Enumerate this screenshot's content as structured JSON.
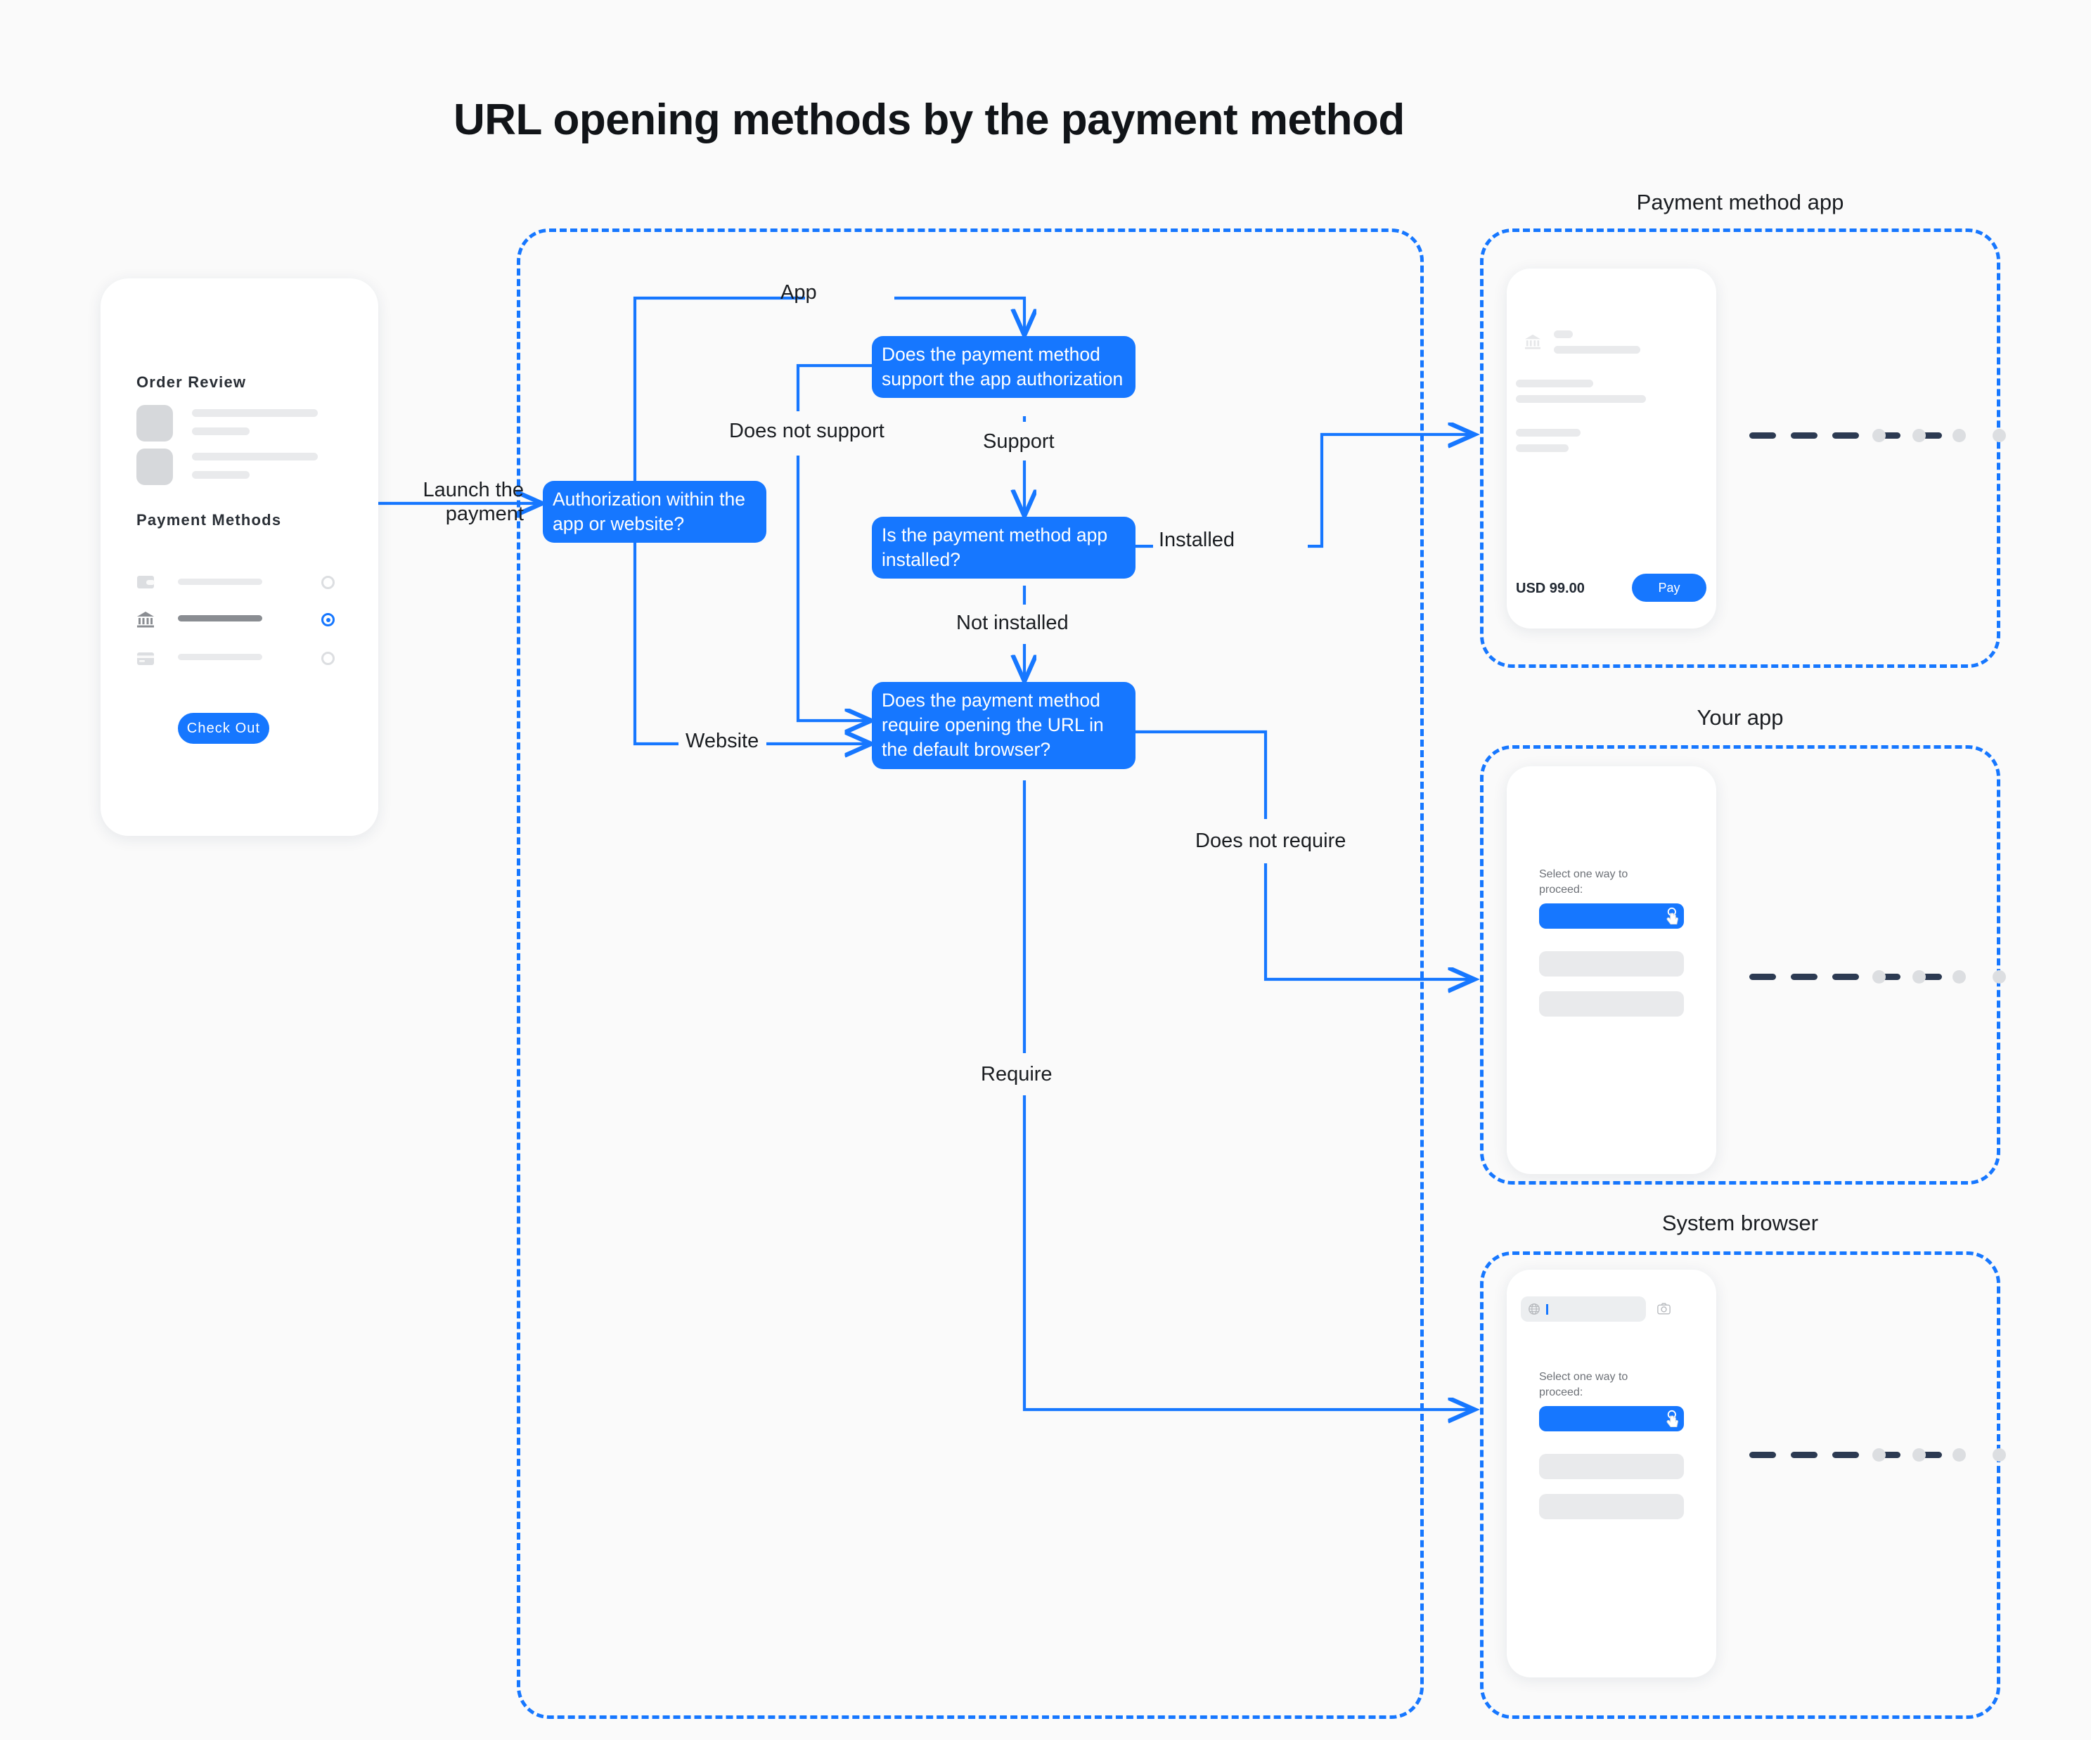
{
  "title": "URL opening methods by the payment method",
  "colors": {
    "accent": "#1677ff",
    "background": "#fafafa",
    "node_text": "#ffffff",
    "label_text": "#1a1d21",
    "dash_dark": "#2c3a52",
    "placeholder_gray": "#e9eaec"
  },
  "lanes": {
    "flow": {
      "title": ""
    },
    "payment_method_app": {
      "title": "Payment method app"
    },
    "your_app": {
      "title": "Your app"
    },
    "system_browser": {
      "title": "System browser"
    }
  },
  "nodes": {
    "auth": "Authorization within the app or website?",
    "support": "Does the payment method support the app authorization",
    "installed": "Is the payment method app installed?",
    "browser": "Does the payment method require opening the URL in the default browser?"
  },
  "edge_labels": {
    "launch": "Launch the payment",
    "app": "App",
    "does_not_support": "Does not support",
    "support": "Support",
    "installed": "Installed",
    "not_installed": "Not installed",
    "website": "Website",
    "does_not_require": "Does not require",
    "require": "Require"
  },
  "checkout_phone": {
    "order_review_heading": "Order Review",
    "payment_methods_heading": "Payment Methods",
    "checkout_button": "Check Out",
    "methods": [
      {
        "icon": "wallet-icon",
        "selected": false
      },
      {
        "icon": "bank-icon",
        "selected": true
      },
      {
        "icon": "card-icon",
        "selected": false
      }
    ]
  },
  "payment_method_app_phone": {
    "icon": "bank-icon",
    "amount": "USD 99.00",
    "pay_button": "Pay"
  },
  "your_app_phone": {
    "select_label": "Select one way to\nproceed:",
    "selected_option_icon": "tap-hand-icon",
    "option_count": 3
  },
  "system_browser_phone": {
    "address_bar_icon": "globe-icon",
    "camera_icon": "camera-icon",
    "select_label": "Select one way to\nproceed:",
    "selected_option_icon": "tap-hand-icon",
    "option_count": 3
  },
  "decorations": {
    "dash_count": 5,
    "dot_count": 4
  }
}
